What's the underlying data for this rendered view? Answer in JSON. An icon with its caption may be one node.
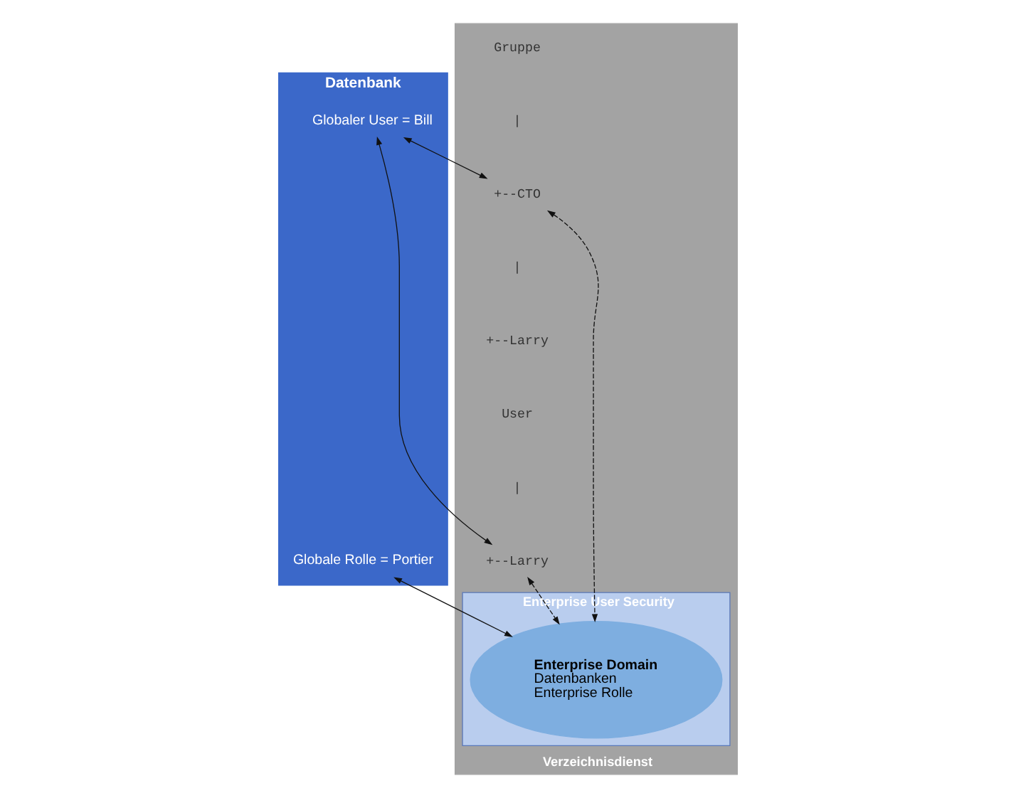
{
  "diagram": {
    "nodes": [
      {
        "text": [
          "Datenbank"
        ]
      },
      {
        "text": [
          "Globaler User = Bill"
        ],
        "in": 0
      },
      {
        "text": [
          "Globale Rolle = Portier"
        ],
        "in": 0
      },
      {
        "text": [
          "Verzeichnisdienst"
        ]
      },
      {
        "text": [
          "Gruppe"
        ],
        "in": 3
      },
      {
        "text": [
          "+--CTO"
        ],
        "in": 3
      },
      {
        "text": [
          "+--Larry"
        ],
        "in": 3
      },
      {
        "text": [
          "User"
        ],
        "in": 3
      },
      {
        "text": [
          "+--Larry"
        ],
        "in": 3
      },
      {
        "text": [
          "Enterprise User Security"
        ],
        "in": 3
      },
      {
        "text": [
          "Enterprise Domain",
          "Datenbanken",
          "Enterprise Rolle"
        ],
        "in": 9
      }
    ],
    "edges": [
      {
        "from": 1,
        "to": 5,
        "arrow": "both"
      },
      {
        "from": 1,
        "to": 8,
        "arrow": "both"
      },
      {
        "from": 2,
        "to": 10,
        "arrow": "both"
      },
      {
        "from": 5,
        "to": 10,
        "arrow": "both",
        "style": "dashed"
      },
      {
        "from": 8,
        "to": 10,
        "arrow": "both",
        "style": "dashed"
      }
    ],
    "labels": [
      "|",
      "|",
      "|"
    ]
  }
}
